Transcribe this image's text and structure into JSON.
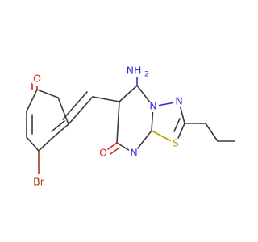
{
  "molecule": {
    "labels": {
      "o_top": "O",
      "br": "Br",
      "nh2": "NH",
      "nh2_sub": "2",
      "n_ring": "N",
      "n_right": "N",
      "n_lower": "N",
      "s": "S",
      "o_bottom": "O"
    },
    "colors": {
      "bond": "#3b3b3b",
      "oxygen": "#e02020",
      "nitrogen": "#2f2fd8",
      "sulfur": "#b8a000",
      "bromine": "#a33a1c",
      "background": "#ffffff"
    }
  }
}
